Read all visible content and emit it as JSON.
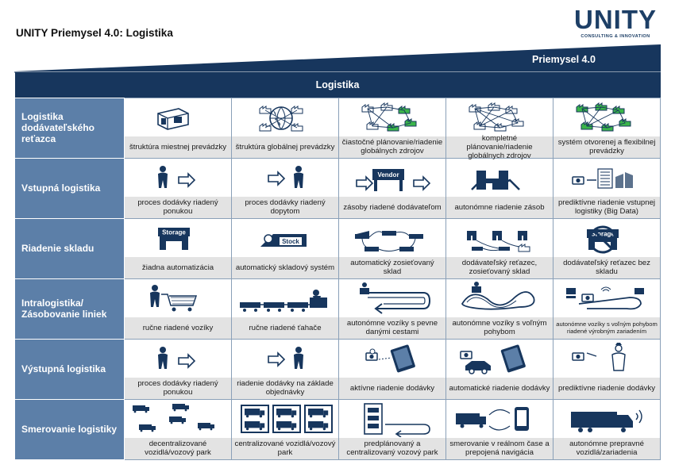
{
  "page": {
    "title": "UNITY Priemysel 4.0: Logistika"
  },
  "logo": {
    "word": "UNITY",
    "subtitle": "CONSULTING & INNOVATION"
  },
  "banner": {
    "label": "Priemysel 4.0"
  },
  "table": {
    "header": "Logistika",
    "rows": [
      {
        "label": "Logistika dodávateľského reťazca",
        "cells": [
          {
            "caption": "štruktúra miestnej prevádzky",
            "icon": "local-factory-icon"
          },
          {
            "caption": "štruktúra globálnej prevádzky",
            "icon": "globe-network-icon"
          },
          {
            "caption": "čiastočné plánovanie/riadenie globálnych zdrojov",
            "icon": "partial-network-icon"
          },
          {
            "caption": "kompletné plánovanie/riadenie globálnych zdrojov",
            "icon": "full-network-icon"
          },
          {
            "caption": "systém otvorenej a flexibilnej prevádzky",
            "icon": "open-network-icon"
          }
        ]
      },
      {
        "label": "Vstupná logistika",
        "cells": [
          {
            "caption": "proces dodávky riadený ponukou",
            "icon": "person-arrow-icon"
          },
          {
            "caption": "proces dodávky riadený dopytom",
            "icon": "arrow-person-icon"
          },
          {
            "caption": "zásoby riadené dodávateľom",
            "icon": "vendor-icon",
            "tag": "Vendor"
          },
          {
            "caption": "autonómne riadenie zásob",
            "icon": "robot-arms-icon"
          },
          {
            "caption": "prediktívne riadenie vstupnej logistiky (Big Data)",
            "icon": "big-data-icon"
          }
        ]
      },
      {
        "label": "Riadenie skladu",
        "cells": [
          {
            "caption": "žiadna automatizácia",
            "icon": "storage-icon",
            "tag": "Storage"
          },
          {
            "caption": "automatický skladový systém",
            "icon": "stock-icon",
            "tag": "Stock"
          },
          {
            "caption": "automatický zosieťovaný sklad",
            "icon": "networked-warehouse-icon"
          },
          {
            "caption": "dodávateľský reťazec, zosieťovaný sklad",
            "icon": "supply-chain-warehouse-icon"
          },
          {
            "caption": "dodávateľský reťazec bez skladu",
            "icon": "no-storage-icon",
            "tag": "Storage"
          }
        ]
      },
      {
        "label": "Intralogistika/ Zásobovanie liniek",
        "cells": [
          {
            "caption": "ručne riadené vozíky",
            "icon": "shopping-cart-icon"
          },
          {
            "caption": "ručne riadené ťahače",
            "icon": "tugger-train-icon"
          },
          {
            "caption": "autonómne vozíky s pevne danými cestami",
            "icon": "fixed-path-cart-icon"
          },
          {
            "caption": "autonómne vozíky s voľným pohybom",
            "icon": "free-path-cart-icon"
          },
          {
            "caption": "autonómne vozíky s voľným pohybom riadené výrobným zariadením",
            "icon": "machine-driven-cart-icon",
            "small": true
          }
        ]
      },
      {
        "label": "Výstupná logistika",
        "cells": [
          {
            "caption": "proces dodávky riadený ponukou",
            "icon": "person-arrow-icon"
          },
          {
            "caption": "riadenie dodávky na základe objednávky",
            "icon": "arrow-person-icon"
          },
          {
            "caption": "aktívne riadenie dodávky",
            "icon": "camera-tablet-icon"
          },
          {
            "caption": "automatické riadenie dodávky",
            "icon": "camera-car-tablet-icon"
          },
          {
            "caption": "prediktívne riadenie dodávky",
            "icon": "camera-person-icon"
          }
        ]
      },
      {
        "label": "Smerovanie logistiky",
        "cells": [
          {
            "caption": "decentralizované vozidlá/vozový park",
            "icon": "scattered-trucks-icon"
          },
          {
            "caption": "centralizované vozidlá/vozový park",
            "icon": "central-fleet-icon"
          },
          {
            "caption": "predplánovaný a centralizovaný vozový park",
            "icon": "planned-fleet-icon"
          },
          {
            "caption": "smerovanie v reálnom čase a prepojená navigácia",
            "icon": "truck-phone-icon"
          },
          {
            "caption": "autonómne prepravné vozidlá/zariadenia",
            "icon": "autonomous-truck-icon"
          }
        ]
      }
    ]
  },
  "colors": {
    "navy": "#17365d",
    "row_label": "#5c7fa8",
    "caption_bg": "#e3e3e3",
    "accent_green": "#3bb54a"
  }
}
